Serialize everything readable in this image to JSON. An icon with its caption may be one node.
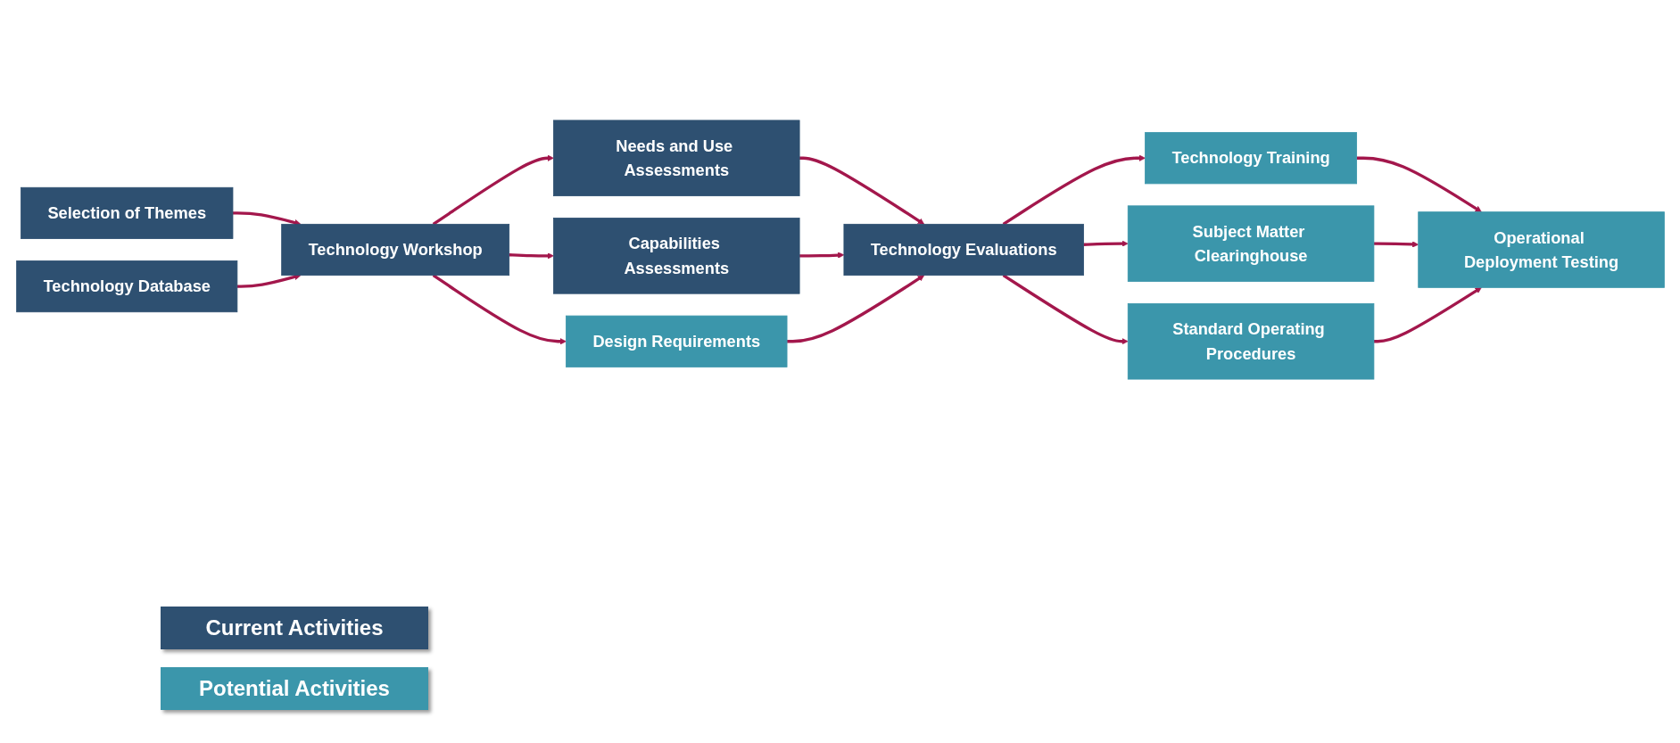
{
  "diagram": {
    "nodes": [
      {
        "text": [
          "Selection of Themes"
        ]
      },
      {
        "text": [
          "Technology Workshop"
        ]
      },
      {
        "text": [
          "Technology Database"
        ]
      },
      {
        "text": [
          "Needs and Use Assessments"
        ]
      },
      {
        "text": [
          "Capabilities Assessments"
        ]
      },
      {
        "text": [
          "Design Requirements"
        ]
      },
      {
        "text": [
          "Technology Evaluations"
        ]
      },
      {
        "text": [
          "Technology Training"
        ]
      },
      {
        "text": [
          "Subject Matter Clearinghouse"
        ]
      },
      {
        "text": [
          "Standard Operating Procedures"
        ]
      },
      {
        "text": [
          "Operational Deployment Testing"
        ]
      }
    ],
    "edges": [
      {
        "from": 0,
        "to": 1,
        "arrow": "to"
      },
      {
        "from": 2,
        "to": 1,
        "arrow": "to"
      },
      {
        "from": 1,
        "to": 3,
        "arrow": "to"
      },
      {
        "from": 1,
        "to": 4,
        "arrow": "to"
      },
      {
        "from": 1,
        "to": 5,
        "arrow": "to"
      },
      {
        "from": 3,
        "to": 6,
        "arrow": "to"
      },
      {
        "from": 4,
        "to": 6,
        "arrow": "to"
      },
      {
        "from": 5,
        "to": 6,
        "arrow": "to"
      },
      {
        "from": 6,
        "to": 7,
        "arrow": "to"
      },
      {
        "from": 6,
        "to": 8,
        "arrow": "to"
      },
      {
        "from": 6,
        "to": 9,
        "arrow": "to"
      },
      {
        "from": 7,
        "to": 10,
        "arrow": "to"
      },
      {
        "from": 8,
        "to": 10,
        "arrow": "to"
      },
      {
        "from": 9,
        "to": 10,
        "arrow": "to"
      }
    ],
    "legend": [
      {
        "text": "Current Activities",
        "color": "#2e5071"
      },
      {
        "text": "Potential Activities",
        "color": "#3b96ab"
      }
    ]
  }
}
